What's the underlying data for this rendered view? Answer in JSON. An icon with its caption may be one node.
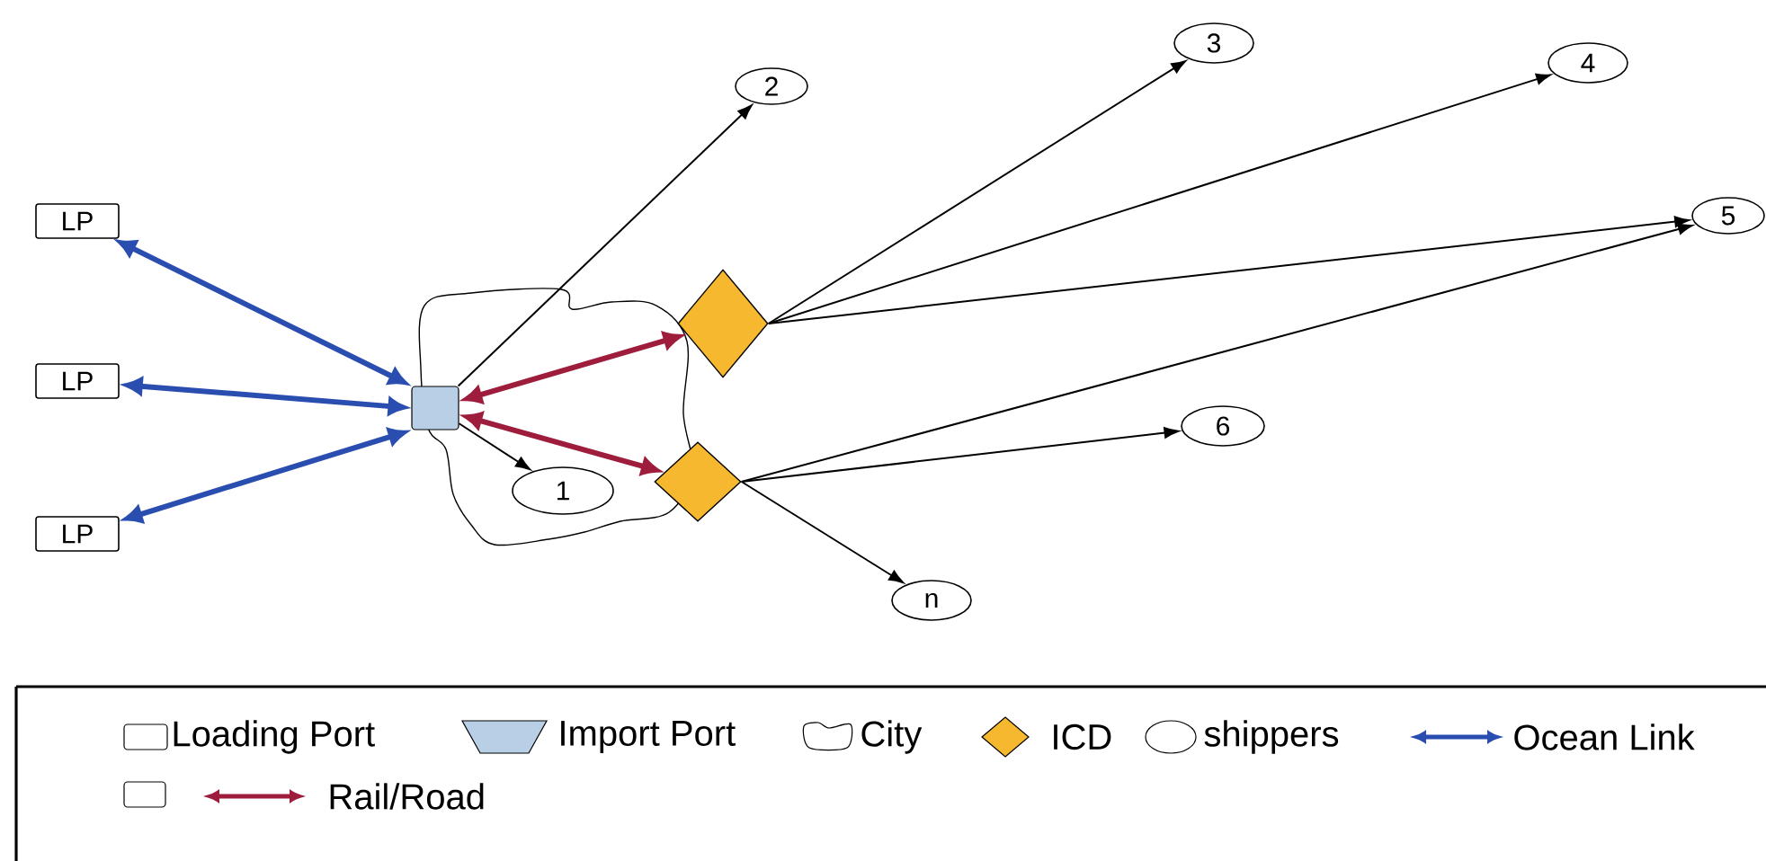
{
  "diagram": {
    "nodes": [
      {
        "text": [
          "LP"
        ]
      },
      {
        "text": [
          "LP"
        ]
      },
      {
        "text": [
          "LP"
        ]
      },
      {
        "text": [],
        "shape": "cloud"
      },
      {
        "text": [],
        "shape": "box",
        "in": 3
      },
      {
        "text": [
          "2"
        ]
      },
      {
        "text": [
          "3"
        ]
      },
      {
        "text": [
          "4"
        ]
      },
      {
        "text": [
          "5"
        ]
      },
      {
        "text": [],
        "shape": "diamond"
      },
      {
        "text": [],
        "shape": "diamond"
      },
      {
        "text": [
          "6"
        ]
      },
      {
        "text": [
          "1"
        ],
        "in": 3
      },
      {
        "text": [
          "n"
        ]
      }
    ],
    "edges": [
      {
        "from": 4,
        "to": 0,
        "arrow": "both",
        "style": "thick",
        "color": "#2a4db0"
      },
      {
        "from": 4,
        "to": 1,
        "arrow": "both",
        "style": "thick",
        "color": "#2a4db0"
      },
      {
        "from": 4,
        "to": 2,
        "arrow": "both",
        "style": "thick",
        "color": "#2a4db0"
      },
      {
        "from": 4,
        "to": 9,
        "arrow": "both",
        "style": "thick",
        "color": "#9e1c3c"
      },
      {
        "from": 4,
        "to": 10,
        "arrow": "both",
        "style": "thick",
        "color": "#9e1c3c"
      },
      {
        "from": 4,
        "to": 5,
        "arrow": "to"
      },
      {
        "from": 4,
        "to": 12,
        "arrow": "to"
      },
      {
        "from": 9,
        "to": 6,
        "arrow": "to"
      },
      {
        "from": 9,
        "to": 7,
        "arrow": "to"
      },
      {
        "from": 9,
        "to": 8,
        "arrow": "to"
      },
      {
        "from": 10,
        "to": 8,
        "arrow": "to"
      },
      {
        "from": 10,
        "to": 11,
        "arrow": "to"
      },
      {
        "from": 10,
        "to": 13,
        "arrow": "to"
      }
    ],
    "legend": [
      {
        "text": "Loading Port"
      },
      {
        "text": "Import Port"
      },
      {
        "text": "City"
      },
      {
        "text": "ICD"
      },
      {
        "text": "shippers"
      },
      {
        "text": "Ocean Link"
      },
      {
        "text": "Rail/Road"
      }
    ]
  }
}
